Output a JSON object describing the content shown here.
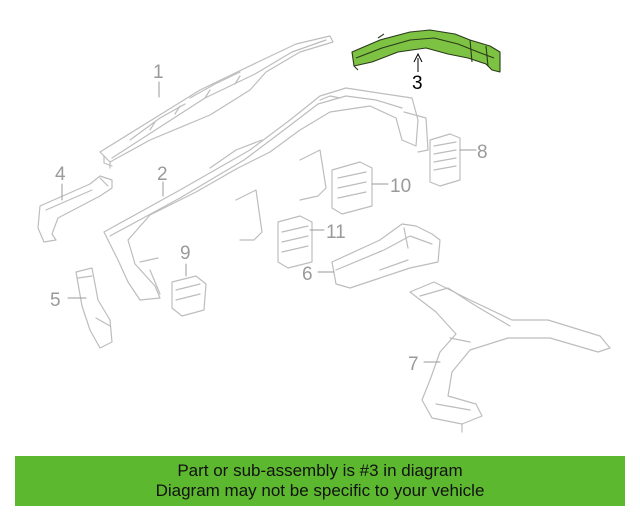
{
  "callouts": {
    "c1": "1",
    "c2": "2",
    "c3": "3",
    "c4": "4",
    "c5": "5",
    "c6": "6",
    "c7": "7",
    "c8": "8",
    "c9": "9",
    "c10": "10",
    "c11": "11"
  },
  "colors": {
    "highlight": "#7dc242",
    "banner": "#5cb82e",
    "line": "#bdbdbd",
    "label": "#9a9a9a"
  },
  "banner": {
    "line1": "Part or sub-assembly is #3 in diagram",
    "line2": "Diagram may not be specific to your vehicle"
  }
}
